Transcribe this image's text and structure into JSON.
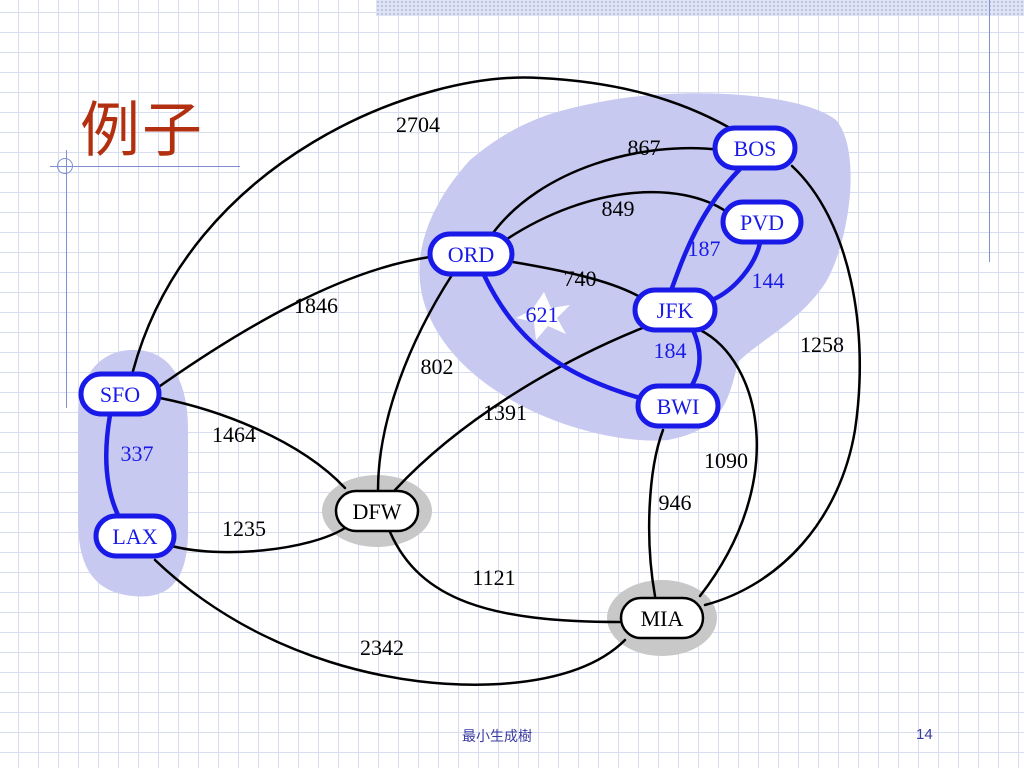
{
  "slide": {
    "title": "例子",
    "footer": "最小生成樹",
    "page_number": "14"
  },
  "colors": {
    "tree": "#1a1ae8",
    "edge": "#000000",
    "highlight": "#c7c9f0",
    "node_shadow": "#c8c8c8",
    "title": "#b2300f"
  },
  "graph": {
    "nodes": [
      {
        "id": "BOS",
        "label": "BOS",
        "in_tree": true
      },
      {
        "id": "PVD",
        "label": "PVD",
        "in_tree": true
      },
      {
        "id": "ORD",
        "label": "ORD",
        "in_tree": true
      },
      {
        "id": "JFK",
        "label": "JFK",
        "in_tree": true
      },
      {
        "id": "BWI",
        "label": "BWI",
        "in_tree": true
      },
      {
        "id": "SFO",
        "label": "SFO",
        "in_tree": true
      },
      {
        "id": "LAX",
        "label": "LAX",
        "in_tree": true
      },
      {
        "id": "DFW",
        "label": "DFW",
        "in_tree": false
      },
      {
        "id": "MIA",
        "label": "MIA",
        "in_tree": false
      }
    ],
    "edges": [
      {
        "from": "SFO",
        "to": "BOS",
        "weight": "2704",
        "in_tree": false
      },
      {
        "from": "ORD",
        "to": "BOS",
        "weight": "867",
        "in_tree": false
      },
      {
        "from": "ORD",
        "to": "PVD",
        "weight": "849",
        "in_tree": false
      },
      {
        "from": "ORD",
        "to": "JFK",
        "weight": "740",
        "in_tree": false
      },
      {
        "from": "SFO",
        "to": "ORD",
        "weight": "1846",
        "in_tree": false
      },
      {
        "from": "ORD",
        "to": "DFW",
        "weight": "802",
        "in_tree": false
      },
      {
        "from": "DFW",
        "to": "JFK",
        "weight": "1391",
        "in_tree": false
      },
      {
        "from": "SFO",
        "to": "DFW",
        "weight": "1464",
        "in_tree": false
      },
      {
        "from": "LAX",
        "to": "DFW",
        "weight": "1235",
        "in_tree": false
      },
      {
        "from": "DFW",
        "to": "MIA",
        "weight": "1121",
        "in_tree": false
      },
      {
        "from": "LAX",
        "to": "MIA",
        "weight": "2342",
        "in_tree": false
      },
      {
        "from": "BWI",
        "to": "MIA",
        "weight": "946",
        "in_tree": false
      },
      {
        "from": "JFK",
        "to": "MIA",
        "weight": "1090",
        "in_tree": false
      },
      {
        "from": "BOS",
        "to": "MIA",
        "weight": "1258",
        "in_tree": false
      },
      {
        "from": "BOS",
        "to": "JFK",
        "weight": "187",
        "in_tree": true
      },
      {
        "from": "PVD",
        "to": "JFK",
        "weight": "144",
        "in_tree": true
      },
      {
        "from": "ORD",
        "to": "BWI",
        "weight": "621",
        "in_tree": true
      },
      {
        "from": "JFK",
        "to": "BWI",
        "weight": "184",
        "in_tree": true
      },
      {
        "from": "SFO",
        "to": "LAX",
        "weight": "337",
        "in_tree": true
      }
    ]
  }
}
